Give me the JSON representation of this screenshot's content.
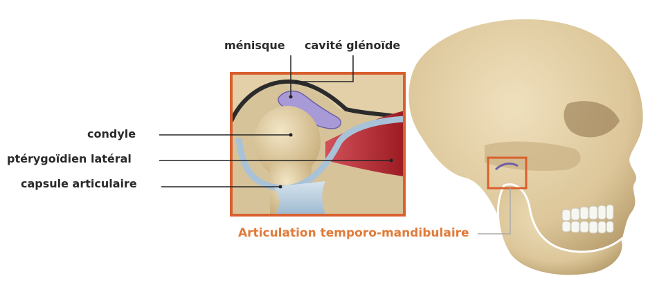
{
  "labels": {
    "menisque": "ménisque",
    "cavite": "cavité glénoïde",
    "condyle": "condyle",
    "pterygoidien": "ptérygoïdien latéral",
    "capsule": "capsule articulaire"
  },
  "caption": "Articulation temporo-mandibulaire",
  "colors": {
    "frame": "#d9602e",
    "caption": "#e07b39",
    "bone": "#e2cfa6",
    "menisque": "#a89ad6",
    "muscle": "#b8242b",
    "capsule": "#b9d0e2"
  },
  "icons": [
    "skull-illustration",
    "joint-detail-illustration"
  ]
}
